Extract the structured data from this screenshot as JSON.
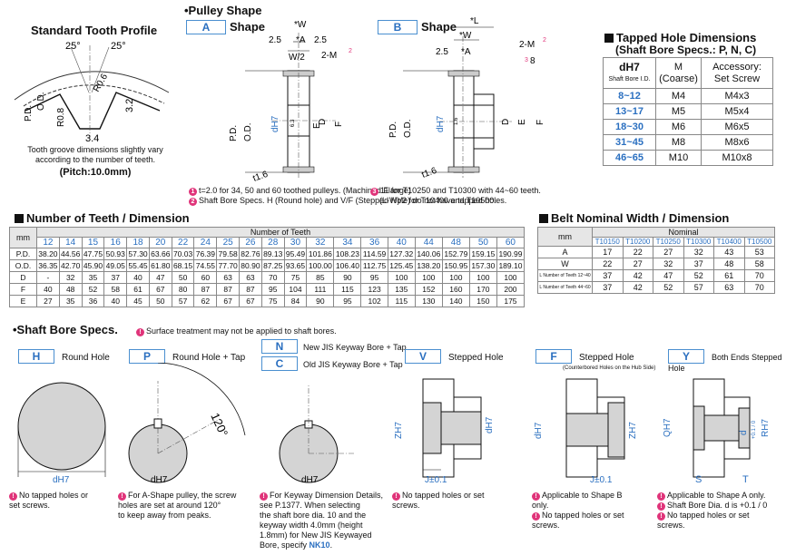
{
  "tooth_profile": {
    "title": "Standard Tooth Profile",
    "dims": {
      "a1": "25°",
      "a2": "25°",
      "r06": "R0.6",
      "od": "O.D.",
      "pd": "P.D.",
      "r08": "R0.8",
      "w34": "3.4",
      "h32": "3.2"
    },
    "note": "Tooth groove dimensions slightly vary according to the number of teeth.",
    "pitch": "(Pitch:10.0mm)"
  },
  "pulley_shape": {
    "title": "•Pulley Shape",
    "shape_a": {
      "code": "A",
      "label": "Shape",
      "dims": {
        "w": "*W",
        "a": "*A",
        "s25a": "2.5",
        "s25b": "2.5",
        "w2": "W/2",
        "m": "2-M",
        "m_sup": "2",
        "pd": "P.D.",
        "od": "O.D.",
        "dh": "dH7",
        "d": "D",
        "e": "E",
        "f": "F",
        "t": "t1.6",
        "ra": "6.3"
      }
    },
    "shape_b": {
      "code": "B",
      "label": "Shape",
      "dims": {
        "l": "*L",
        "w": "*W",
        "a": "*A",
        "s25": "2.5",
        "m": "2-M",
        "m_sup": "2",
        "n8": "8",
        "sup3": "3",
        "pd": "P.D.",
        "od": "O.D.",
        "dh": "dH7",
        "d": "D",
        "e": "E",
        "f": "F",
        "t": "t1.6",
        "ra": "1.6"
      }
    },
    "notes": [
      {
        "n": "1",
        "text": "t=2.0 for 34, 50 and 60 toothed pulleys. (Machined Flange)"
      },
      {
        "n": "2",
        "text": "Shaft Bore Specs. H (Round hole) and V/F (Stepped Hole) do not have tapped holes."
      }
    ],
    "note3": {
      "n": "3",
      "text1": "11 for T10250 and T10300 with 44~60 teeth.",
      "text2": "(L-W)/2 for T10400 and T10500."
    }
  },
  "tapped_hole": {
    "title1": "Tapped Hole Dimensions",
    "title2": "(Shaft Bore Specs.: P, N, C)",
    "headers": {
      "c1": "dH7",
      "c1b": "Shaft Bore I.D.",
      "c2": "M",
      "c2b": "(Coarse)",
      "c3": "Accessory:",
      "c3b": "Set Screw"
    },
    "rows": [
      {
        "range": "8~12",
        "m": "M4",
        "screw": "M4x3"
      },
      {
        "range": "13~17",
        "m": "M5",
        "screw": "M5x4"
      },
      {
        "range": "18~30",
        "m": "M6",
        "screw": "M6x5"
      },
      {
        "range": "31~45",
        "m": "M8",
        "screw": "M8x6"
      },
      {
        "range": "46~65",
        "m": "M10",
        "screw": "M10x8"
      }
    ]
  },
  "teeth_table": {
    "title": "Number of Teeth / Dimension",
    "mm": "mm",
    "group": "Number of Teeth",
    "teeth": [
      "12",
      "14",
      "15",
      "16",
      "18",
      "20",
      "22",
      "24",
      "25",
      "26",
      "28",
      "30",
      "32",
      "34",
      "36",
      "40",
      "44",
      "48",
      "50",
      "60"
    ],
    "rows": [
      {
        "label": "P.D.",
        "values": [
          "38.20",
          "44.56",
          "47.75",
          "50.93",
          "57.30",
          "63.66",
          "70.03",
          "76.39",
          "79.58",
          "82.76",
          "89.13",
          "95.49",
          "101.86",
          "108.23",
          "114.59",
          "127.32",
          "140.06",
          "152.79",
          "159.15",
          "190.99"
        ]
      },
      {
        "label": "O.D.",
        "values": [
          "36.35",
          "42.70",
          "45.90",
          "49.05",
          "55.45",
          "61.80",
          "68.15",
          "74.55",
          "77.70",
          "80.90",
          "87.25",
          "93.65",
          "100.00",
          "106.40",
          "112.75",
          "125.45",
          "138.20",
          "150.95",
          "157.30",
          "189.10"
        ]
      },
      {
        "label": "D",
        "values": [
          "-",
          "32",
          "35",
          "37",
          "40",
          "47",
          "50",
          "60",
          "63",
          "63",
          "70",
          "75",
          "85",
          "90",
          "95",
          "100",
          "100",
          "100",
          "100",
          "100"
        ]
      },
      {
        "label": "F",
        "values": [
          "40",
          "48",
          "52",
          "58",
          "61",
          "67",
          "80",
          "87",
          "87",
          "87",
          "95",
          "104",
          "111",
          "115",
          "123",
          "135",
          "152",
          "160",
          "170",
          "200"
        ]
      },
      {
        "label": "E",
        "values": [
          "27",
          "35",
          "36",
          "40",
          "45",
          "50",
          "57",
          "62",
          "67",
          "67",
          "75",
          "84",
          "90",
          "95",
          "102",
          "115",
          "130",
          "140",
          "150",
          "175"
        ]
      }
    ]
  },
  "belt_table": {
    "title": "Belt Nominal Width / Dimension",
    "mm": "mm",
    "group": "Nominal",
    "cols": [
      "T10150",
      "T10200",
      "T10250",
      "T10300",
      "T10400",
      "T10500"
    ],
    "rows": [
      {
        "label": "A",
        "values": [
          "17",
          "22",
          "27",
          "32",
          "43",
          "53"
        ]
      },
      {
        "label": "W",
        "values": [
          "22",
          "27",
          "32",
          "37",
          "48",
          "58"
        ]
      },
      {
        "label": "L  Number of Teeth 12~40",
        "values": [
          "37",
          "42",
          "47",
          "52",
          "61",
          "70"
        ]
      },
      {
        "label": "L  Number of Teeth 44~60",
        "values": [
          "37",
          "42",
          "52",
          "57",
          "63",
          "70"
        ]
      }
    ]
  },
  "bore": {
    "title": "•Shaft Bore Specs.",
    "surface_note": "Surface treatment may not be applied to shaft bores.",
    "h": {
      "code": "H",
      "label": "Round Hole",
      "dim": "dH7",
      "notes": [
        "No tapped holes or",
        "set screws."
      ]
    },
    "p": {
      "code": "P",
      "label": "Round Hole + Tap",
      "angle": "120°",
      "dim": "dH7",
      "notes": [
        "For A-Shape pulley, the screw",
        "holes are set at around 120°",
        "to keep away from peaks."
      ]
    },
    "n": {
      "code": "N",
      "label": "New JIS Keyway Bore + Tap"
    },
    "c": {
      "code": "C",
      "label": "Old JIS Keyway Bore + Tap",
      "dim": "dH7",
      "notes": [
        "For Keyway Dimension Details,",
        "see P.1377. When selecting",
        "the shaft bore dia. 10 and the",
        "keyway width 4.0mm (height",
        "1.8mm) for New JIS Keywayed",
        "Bore, specify"
      ],
      "ref": "NK10",
      "period": "."
    },
    "v": {
      "code": "V",
      "label": "Stepped Hole",
      "z": "ZH7",
      "d": "dH7",
      "j": "J±0.1",
      "notes": [
        "No tapped holes or set",
        "screws."
      ]
    },
    "f": {
      "code": "F",
      "label": "Stepped Hole",
      "sub": "(Counterbored Holes on the Hub Side)",
      "z": "ZH7",
      "d": "dH7",
      "j": "J±0.1",
      "notes": [
        "Applicable to Shape B",
        "only.",
        "No tapped holes or set",
        "screws."
      ]
    },
    "y": {
      "code": "Y",
      "label": "Both Ends Stepped Hole",
      "q": "QH7",
      "d": "d",
      "dtol": "+0.1 / 0",
      "r": "RH7",
      "s": "S",
      "t": "T",
      "notes": [
        "Applicable to Shape A only.",
        "Shaft Bore Dia. d is +0.1 / 0",
        "No tapped holes or set",
        "screws."
      ]
    }
  },
  "colors": {
    "accent": "#2a6fc0",
    "warn": "#e0347a",
    "header_bg": "#e6e6e6"
  }
}
